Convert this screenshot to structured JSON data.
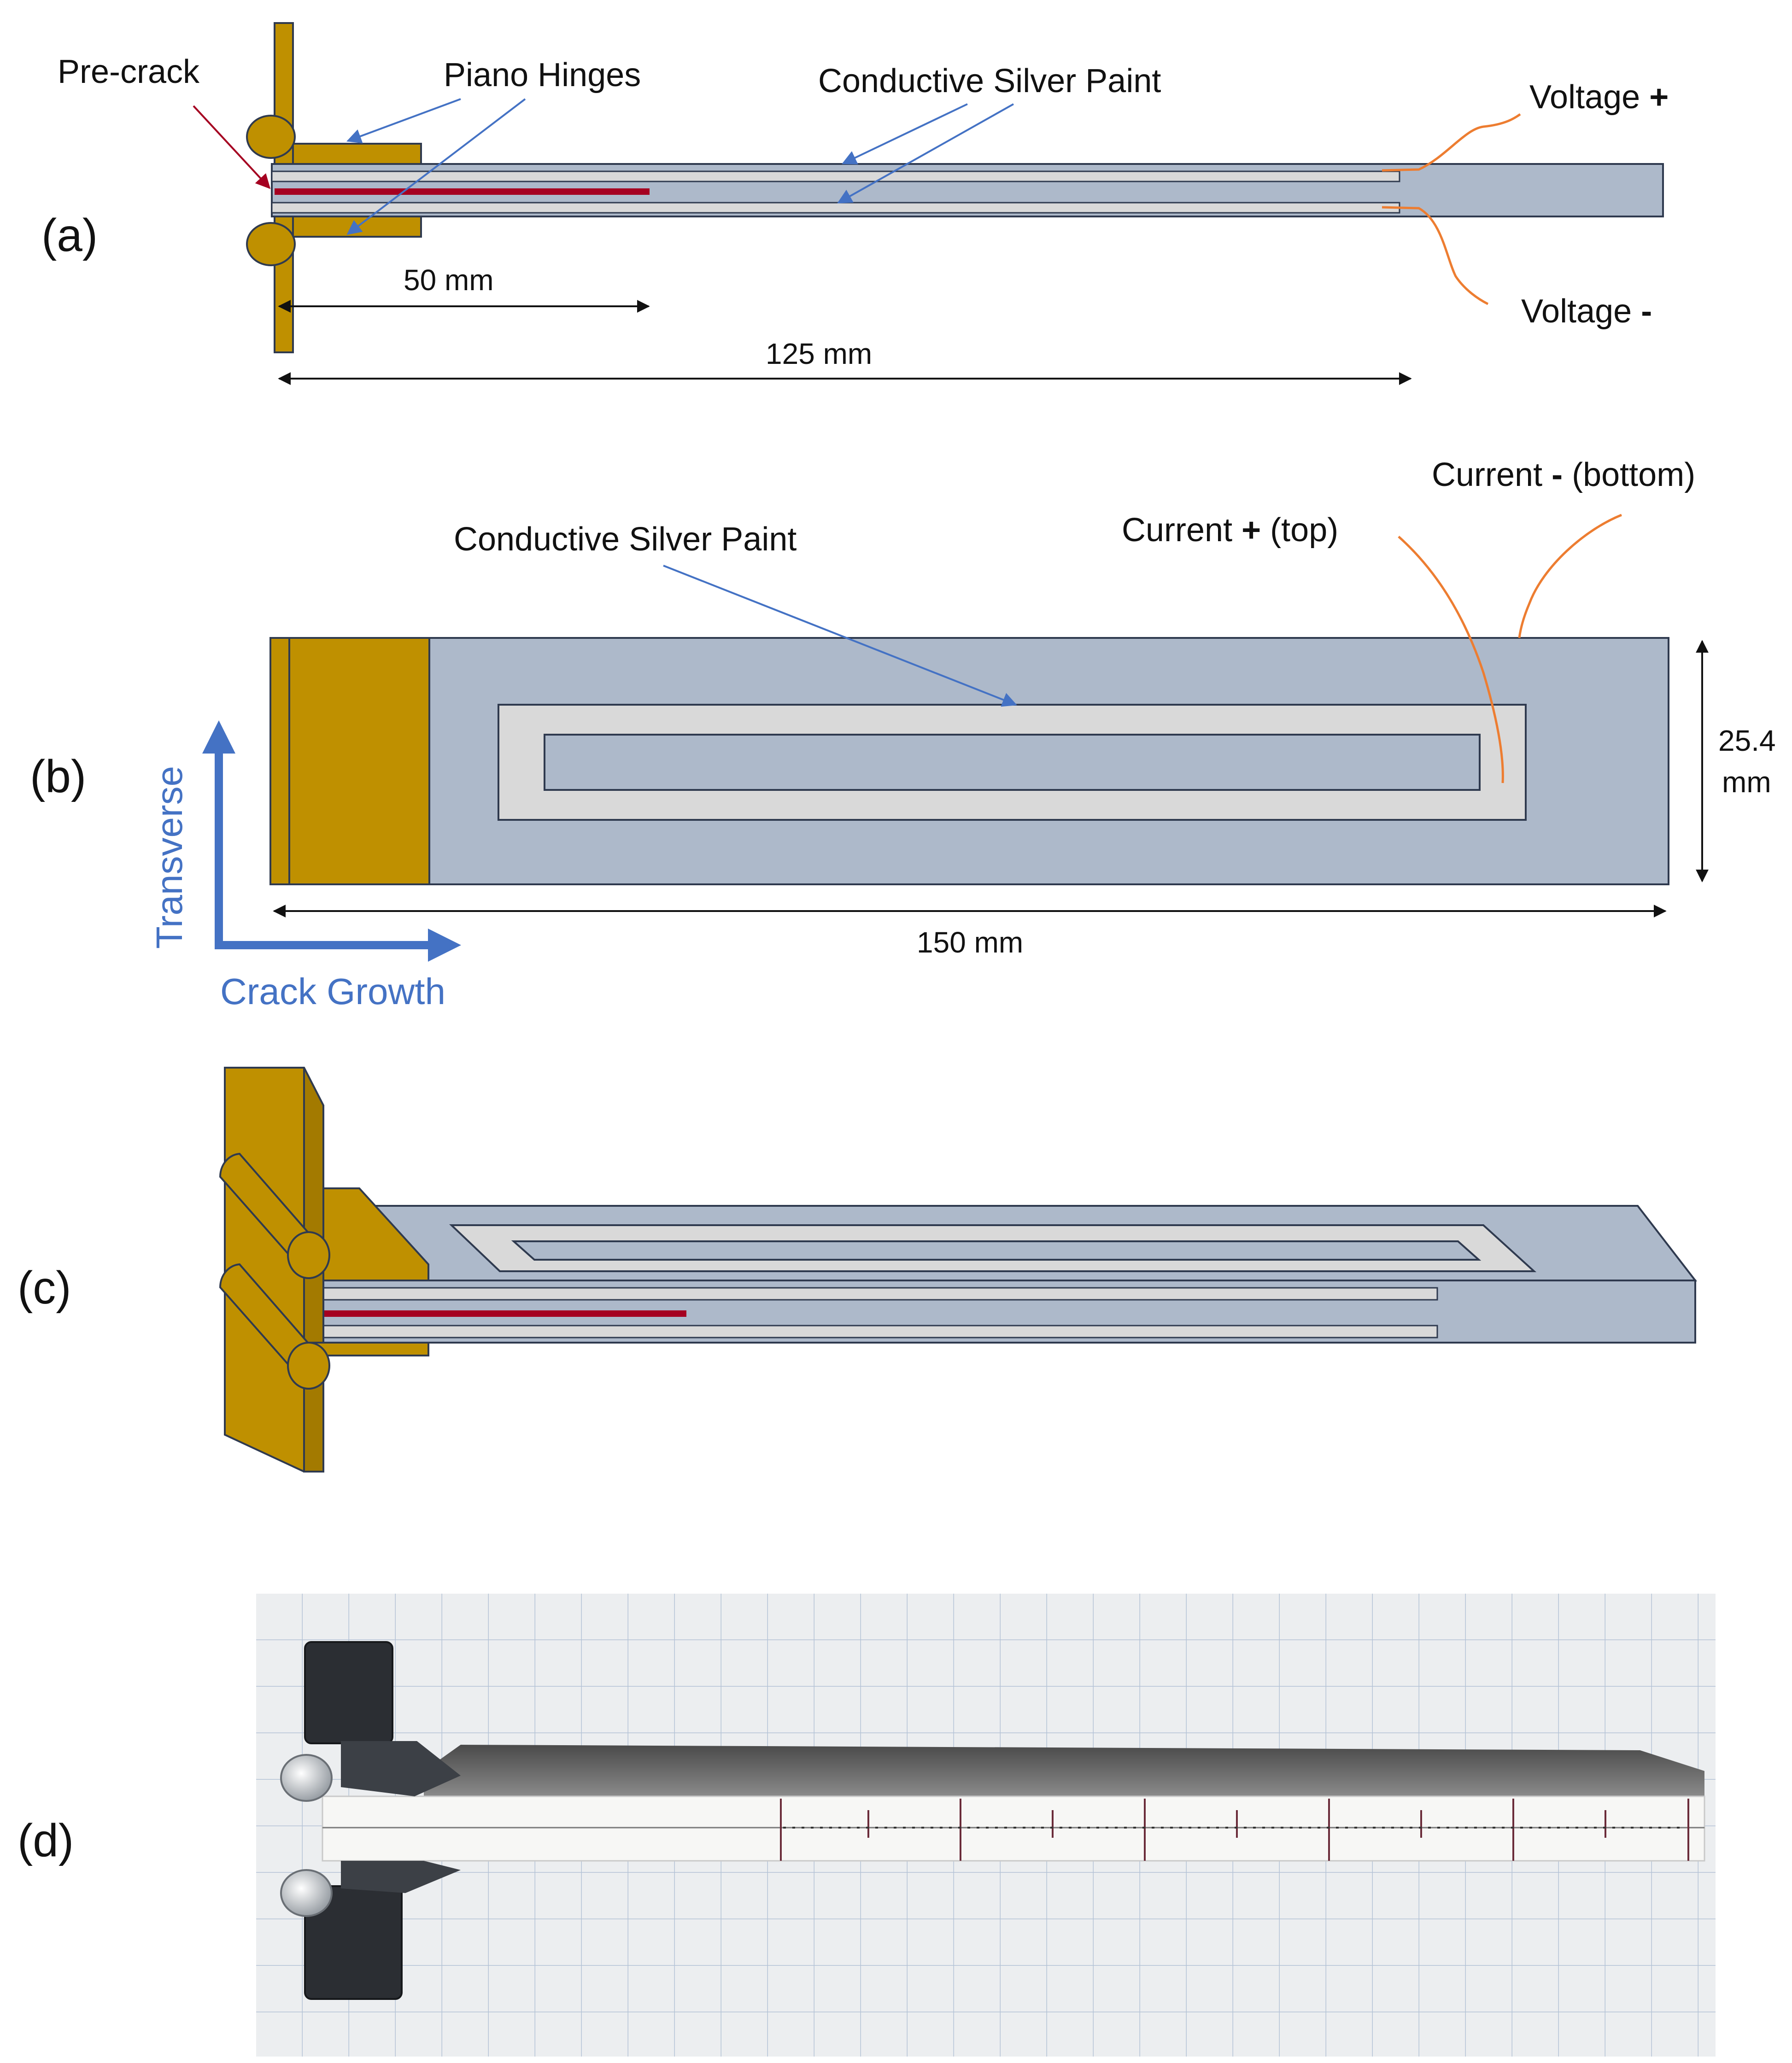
{
  "panels": {
    "a": "(a)",
    "b": "(b)",
    "c": "(c)",
    "d": "(d)"
  },
  "panel_a": {
    "precrack": "Pre-crack",
    "piano_hinges": "Piano Hinges",
    "silver_paint": "Conductive Silver Paint",
    "voltage_plus_text": "Voltage",
    "voltage_plus_sign": "+",
    "voltage_minus_text": "Voltage",
    "voltage_minus_sign": "-",
    "dim_50": "50 mm",
    "dim_125": "125 mm"
  },
  "panel_b": {
    "silver_paint": "Conductive Silver Paint",
    "current_plus_a": "Current",
    "current_plus_sign": "+",
    "current_plus_b": "(top)",
    "current_minus_a": "Current",
    "current_minus_sign": "-",
    "current_minus_b": "(bottom)",
    "dim_width_1": "25.4",
    "dim_width_2": "mm",
    "dim_length": "150 mm",
    "axis_transverse": "Transverse",
    "axis_crack_growth": "Crack Growth"
  },
  "colors": {
    "specimen": "#adb9ca",
    "hinge": "#bf9000",
    "silver": "#d9d9d9",
    "crack": "#a50021",
    "wire": "#ed7d31",
    "arrow": "#4472c4",
    "outline": "#2f3a4f",
    "photo_bg": "#eceef0",
    "photo_grid": "#b4c3d6"
  },
  "icons": {
    "hinge": "piano-hinge-icon",
    "wire": "lead-wire-icon"
  }
}
